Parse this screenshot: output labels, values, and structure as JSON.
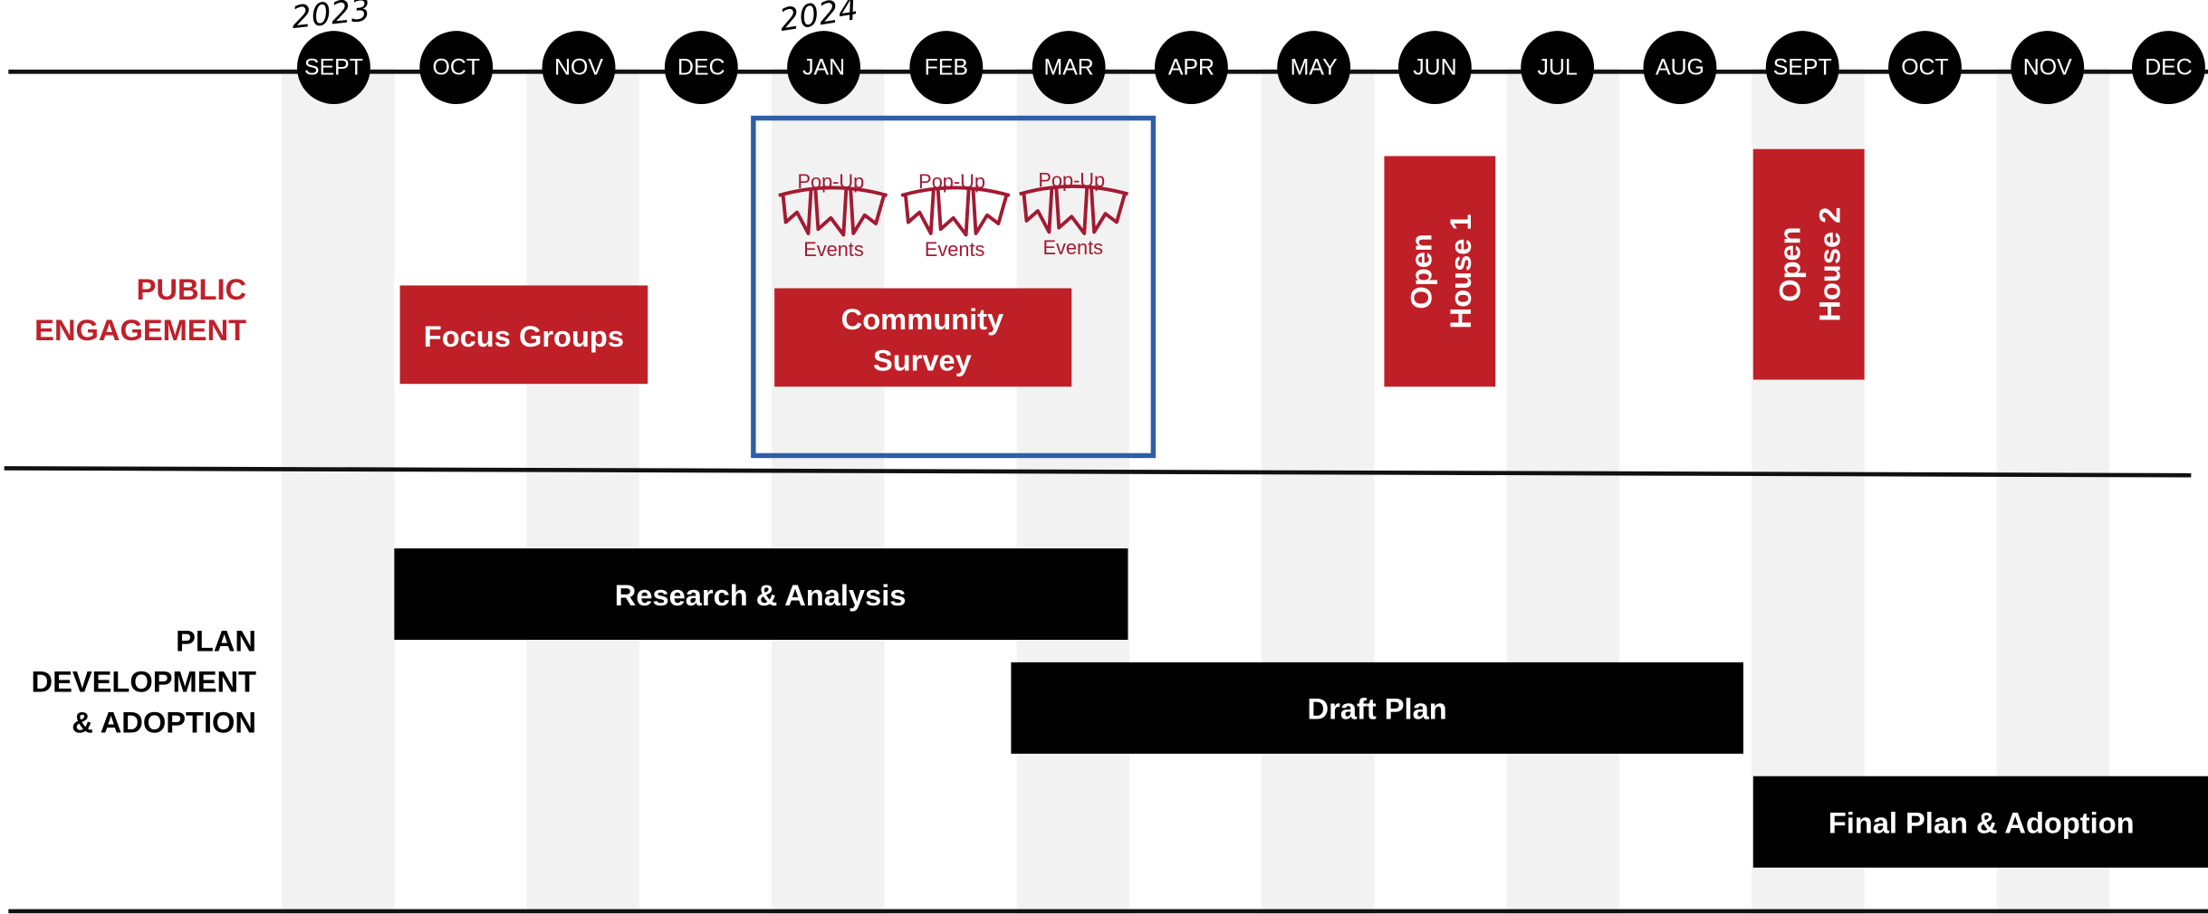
{
  "timeline": {
    "years": [
      "2023",
      "2024"
    ],
    "months": [
      "SEPT",
      "OCT",
      "NOV",
      "DEC",
      "JAN",
      "FEB",
      "MAR",
      "APR",
      "MAY",
      "JUN",
      "JUL",
      "AUG",
      "SEPT",
      "OCT",
      "NOV",
      "DEC"
    ]
  },
  "rows": {
    "public_engagement": [
      "PUBLIC",
      "ENGAGEMENT"
    ],
    "plan_development": [
      "PLAN",
      "DEVELOPMENT",
      "& ADOPTION"
    ]
  },
  "public_engagement": {
    "focus_groups": "Focus Groups",
    "community_survey": [
      "Community",
      "Survey"
    ],
    "popup_events": {
      "line1": "Pop-Up",
      "line2": "Events",
      "count": 3
    },
    "open_house_1": [
      "Open",
      "House 1"
    ],
    "open_house_2": [
      "Open",
      "House 2"
    ]
  },
  "plan_development": {
    "research_analysis": "Research & Analysis",
    "draft_plan": "Draft Plan",
    "final_plan": "Final Plan & Adoption"
  },
  "colors": {
    "accent_red": "#bf1f26",
    "popup_red": "#a31a32",
    "highlight_blue": "#2e5ea8",
    "band_gray": "#f2f2f2"
  }
}
